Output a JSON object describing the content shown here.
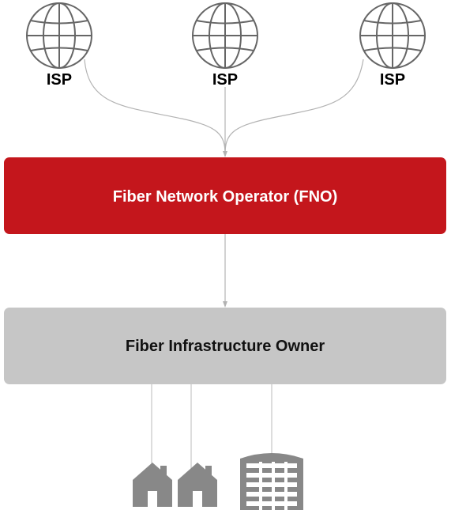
{
  "isps": [
    {
      "label": "ISP",
      "icon": "globe-icon"
    },
    {
      "label": "ISP",
      "icon": "globe-icon"
    },
    {
      "label": "ISP",
      "icon": "globe-icon"
    }
  ],
  "operator": {
    "label": "Fiber Network Operator (FNO)",
    "color": "#c4161c",
    "text_color": "#ffffff"
  },
  "owner": {
    "label": "Fiber Infrastructure Owner",
    "color": "#c6c6c6",
    "text_color": "#111111"
  },
  "endpoints": [
    {
      "icon": "house-icon"
    },
    {
      "icon": "house-icon"
    },
    {
      "icon": "office-building-icon"
    }
  ],
  "colors": {
    "connector": "#b3b3b3",
    "icon_stroke": "#666666",
    "icon_fill": "#888888"
  }
}
